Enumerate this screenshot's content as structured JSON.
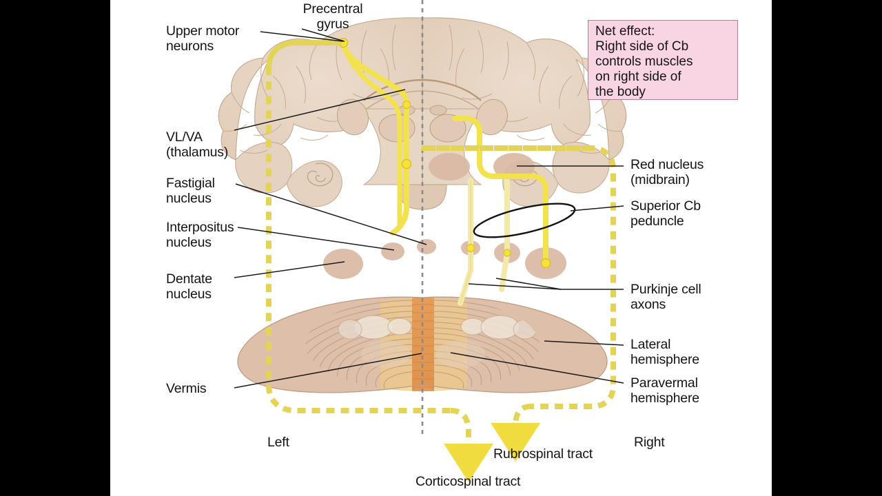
{
  "figure": {
    "title": "Cerebellar output pathways — coronal schematic",
    "colors": {
      "background": "#ffffff",
      "letterbox": "#000000",
      "pathway_yellow": "#e8d84a",
      "pathway_yellow_solid": "#f2e24d",
      "nucleus_tan": "#d9b9a3",
      "cerebellum_tan": "#d9b49b",
      "vermis_orange": "#e59a4e",
      "paravermal": "#edc98a",
      "brain_beige": "#e6d2c0",
      "midline_gray": "#8a8a8a",
      "netbox_fill": "#f9d5e4",
      "netbox_border": "#b07d96",
      "leader_line": "#1a1a1a",
      "text": "#141414"
    }
  },
  "net_effect_box": {
    "text": "Net effect:\nRight side of Cb\ncontrols muscles\non right side of\nthe body"
  },
  "labels": {
    "precentral_gyrus": "Precentral\ngyrus",
    "upper_motor_neurons": "Upper motor\nneurons",
    "vl_va_thalamus": "VL/VA\n(thalamus)",
    "fastigial_nucleus": "Fastigial\nnucleus",
    "interpositus_nucleus": "Interpositus\nnucleus",
    "dentate_nucleus": "Dentate\nnucleus",
    "vermis": "Vermis",
    "red_nucleus": "Red nucleus\n(midbrain)",
    "superior_cb_peduncle": "Superior Cb\npeduncle",
    "purkinje_cell_axons": "Purkinje cell\naxons",
    "lateral_hemisphere": "Lateral\nhemisphere",
    "paravermal_hemisphere": "Paravermal\nhemisphere",
    "left_side": "Left",
    "right_side": "Right",
    "rubrospinal_tract": "Rubrospinal tract",
    "corticospinal_tract": "Corticospinal tract"
  },
  "structures": {
    "cerebrum": "coronal-brain-section",
    "cerebellum": "cerebellum-section",
    "midline": "body-midline-dashed",
    "nuclei": [
      {
        "name": "fastigial-nucleus-left",
        "side": "left"
      },
      {
        "name": "interpositus-nucleus-left",
        "side": "left"
      },
      {
        "name": "dentate-nucleus-left",
        "side": "left"
      },
      {
        "name": "fastigial-nucleus-right",
        "side": "right"
      },
      {
        "name": "interpositus-nucleus-right",
        "side": "right"
      },
      {
        "name": "dentate-nucleus-right",
        "side": "right"
      },
      {
        "name": "red-nucleus-left",
        "side": "left"
      },
      {
        "name": "red-nucleus-right",
        "side": "right"
      }
    ],
    "tracts": [
      {
        "name": "corticospinal-tract",
        "style": "dashed-yellow-arrow"
      },
      {
        "name": "rubrospinal-tract",
        "style": "dashed-yellow-arrow"
      },
      {
        "name": "purkinje-cell-axons",
        "style": "solid-yellow"
      },
      {
        "name": "superior-cerebellar-peduncle",
        "style": "ellipse-outline"
      }
    ]
  }
}
